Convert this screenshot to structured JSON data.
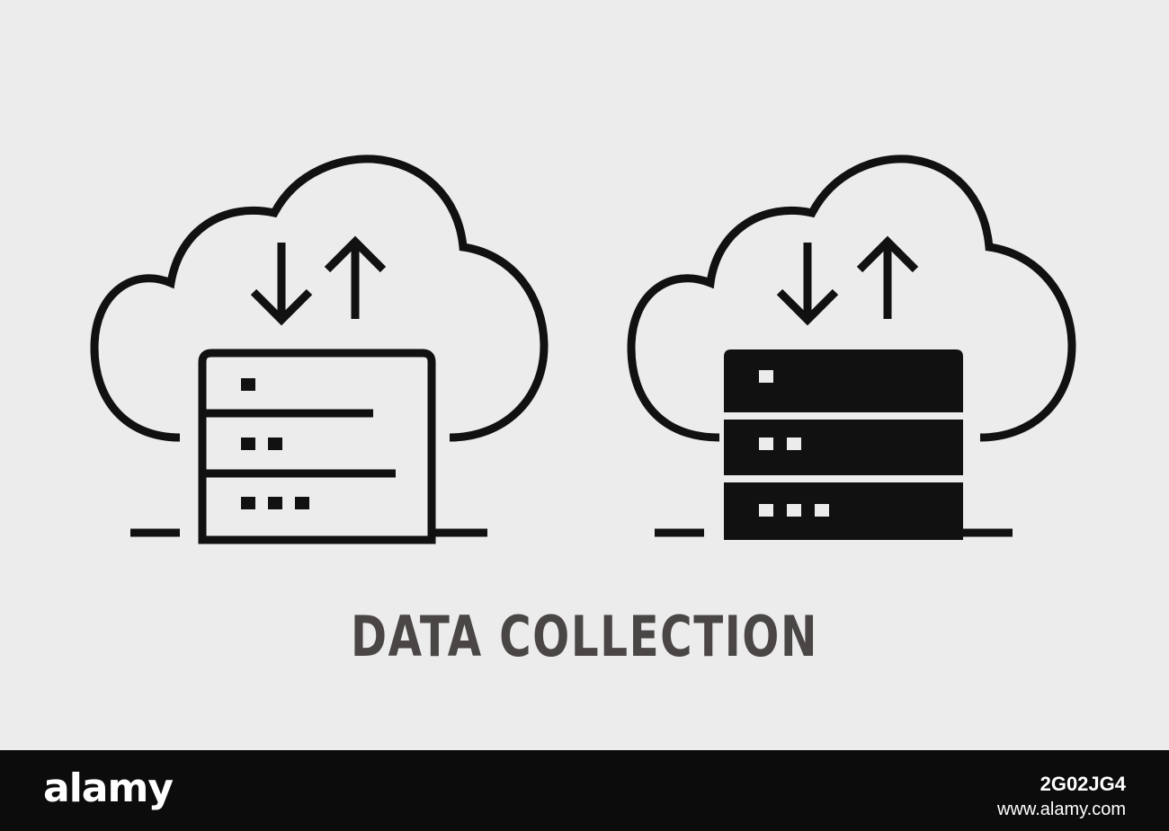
{
  "caption": "DATA COLLECTION",
  "icons": [
    {
      "name": "cloud-server-outline-icon",
      "style": "outline"
    },
    {
      "name": "cloud-server-filled-icon",
      "style": "filled"
    }
  ],
  "colors": {
    "background": "#ececec",
    "icon": "#111111",
    "caption": "#4a4645",
    "footer": "#0c0c0c",
    "footer_text": "#ffffff"
  },
  "footer": {
    "logo": "alamy",
    "image_id": "2G02JG4",
    "site": "www.alamy.com"
  }
}
